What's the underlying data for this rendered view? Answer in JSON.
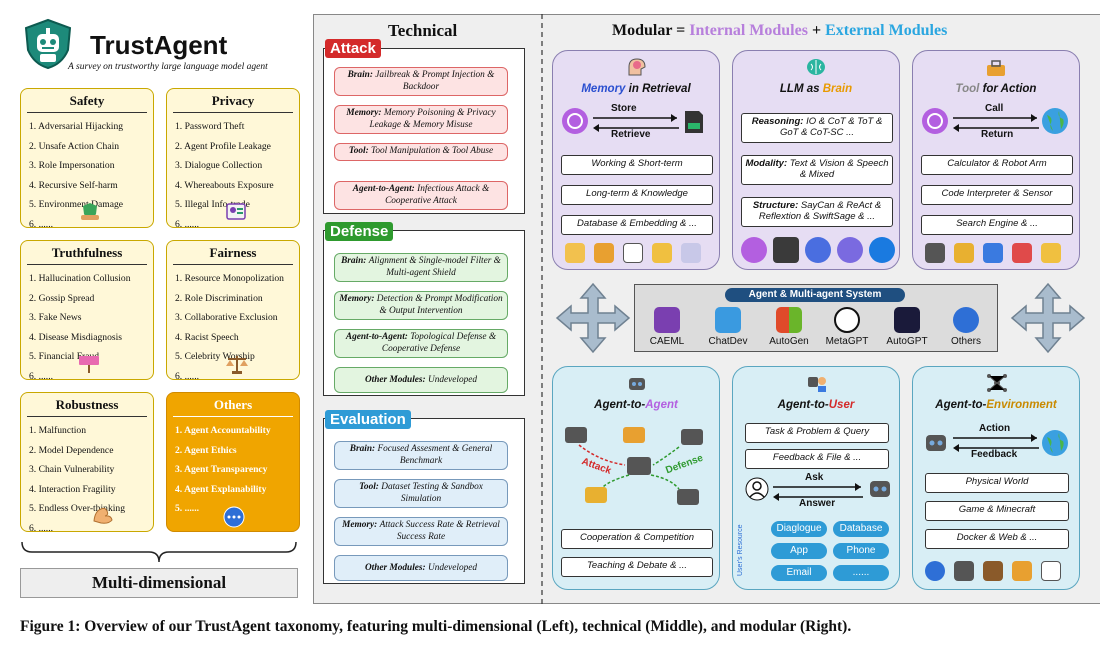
{
  "header": {
    "title": "TrustAgent",
    "subtitle": "A survey on trustworthy large language model agent"
  },
  "dimensions": [
    {
      "name": "Safety",
      "items": [
        "1. Adversarial Hijacking",
        "2. Unsafe Action Chain",
        "3. Role Impersonation",
        "4. Recursive Self-harm",
        "5. Environment Damage",
        "6. ......"
      ]
    },
    {
      "name": "Privacy",
      "items": [
        "1. Password Theft",
        "2. Agent Profile Leakage",
        "3. Dialogue Collection",
        "4. Whereabouts Exposure",
        "5. Illegal Info-trade",
        "6. ......"
      ]
    },
    {
      "name": "Truthfulness",
      "items": [
        "1. Hallucination Collusion",
        "2. Gossip Spread",
        "3. Fake News",
        "4. Disease Misdiagnosis",
        "5. Financial Fraud",
        "6. ......"
      ]
    },
    {
      "name": "Fairness",
      "items": [
        "1. Resource Monopolization",
        "2. Role  Discrimination",
        "3. Collaborative Exclusion",
        "4. Racist Speech",
        "5. Celebrity Worship",
        "6. ......"
      ]
    },
    {
      "name": "Robustness",
      "items": [
        "1. Malfunction",
        "2. Model Dependence",
        "3. Chain Vulnerability",
        "4. Interaction Fragility",
        "5. Endless Over-thinking",
        "6. ......"
      ]
    },
    {
      "name": "Others",
      "items": [
        "1. Agent Accountability",
        "2. Agent Ethics",
        "3. Agent Transparency",
        "4. Agent Explanability",
        "5. ......"
      ]
    }
  ],
  "multi_label": "Multi-dimensional",
  "technical": {
    "title": "Technical",
    "attack": {
      "label": "Attack",
      "items": [
        {
          "head": "Brain:",
          "text": "Jailbreak & Prompt Injection & Backdoor"
        },
        {
          "head": "Memory:",
          "text": "Memory Poisoning & Privacy Leakage & Memory Misuse"
        },
        {
          "head": "Tool:",
          "text": "Tool Manipulation & Tool Abuse"
        },
        {
          "head": "Agent-to-Agent:",
          "text": "Infectious Attack & Cooperative Attack"
        }
      ]
    },
    "defense": {
      "label": "Defense",
      "items": [
        {
          "head": "Brain:",
          "text": "Alignment & Single-model Filter & Multi-agent Shield"
        },
        {
          "head": "Memory:",
          "text": "Detection & Prompt Modification & Output Intervention"
        },
        {
          "head": "Agent-to-Agent:",
          "text": "Topological Defense & Cooperative Defense"
        },
        {
          "head": "Other Modules:",
          "text": "Undeveloped"
        }
      ]
    },
    "evaluation": {
      "label": "Evaluation",
      "items": [
        {
          "head": "Brain:",
          "text": "Focused Assesment & General Benchmark"
        },
        {
          "head": "Tool:",
          "text": "Dataset Testing & Sandbox Simulation"
        },
        {
          "head": "Memory:",
          "text": "Attack Success Rate & Retrieval Success Rate"
        },
        {
          "head": "Other Modules:",
          "text": "Undeveloped"
        }
      ]
    }
  },
  "modular": {
    "title_a": "Modular = ",
    "title_b": "Internal Modules",
    "title_c": " + ",
    "title_d": "External Modules",
    "memory": {
      "head_a": "Memory",
      "head_b": " in Retrieval",
      "store": "Store",
      "retrieve": "Retrieve",
      "boxes": [
        "Working & Short-term",
        "Long-term & Knowledge",
        "Database & Embedding & ..."
      ]
    },
    "llm": {
      "head_a": "LLM as ",
      "head_b": "Brain",
      "boxes": [
        {
          "head": "Reasoning:",
          "text": "IO & CoT & ToT & GoT & CoT-SC ..."
        },
        {
          "head": "Modality:",
          "text": "Text & Vision & Speech & Mixed"
        },
        {
          "head": "Structure:",
          "text": "SayCan & ReAct & Reflextion & SwiftSage & ..."
        }
      ]
    },
    "tool": {
      "head_a": "Tool",
      "head_b": " for Action",
      "call": "Call",
      "return": "Return",
      "boxes": [
        "Calculator & Robot Arm",
        "Code Interpreter & Sensor",
        "Search Engine & ..."
      ]
    },
    "ams": {
      "title": "Agent & Multi-agent System",
      "items": [
        "CAEML",
        "ChatDev",
        "AutoGen",
        "MetaGPT",
        "AutoGPT",
        "Others"
      ]
    },
    "a2a": {
      "head_a": "Agent-to-",
      "head_b": "Agent",
      "attack": "Attack",
      "defense": "Defense",
      "boxes": [
        "Cooperation & Competition",
        "Teaching & Debate & ..."
      ]
    },
    "a2u": {
      "head_a": "Agent-to-",
      "head_b": "User",
      "boxes": [
        "Task & Problem & Query",
        "Feedback & File & ..."
      ],
      "ask": "Ask",
      "answer": "Answer",
      "resource_label": "User's Resource",
      "pills": [
        "Diaglogue",
        "Database",
        "App",
        "Phone",
        "Email",
        "......"
      ]
    },
    "a2e": {
      "head_a": "Agent-to-",
      "head_b": "Environment",
      "action": "Action",
      "feedback": "Feedback",
      "boxes": [
        "Physical World",
        "Game & Minecraft",
        "Docker & Web & ..."
      ]
    }
  },
  "caption": "Figure 1: Overview of our TrustAgent taxonomy, featuring multi-dimensional (Left), technical (Middle), and modular (Right).",
  "colors": {
    "attack": "#d42a2a",
    "defense": "#2e9a2e",
    "evaluation": "#2e9bd6",
    "internal": "#b77fdc",
    "external": "#2aa6e0",
    "brain": "#e89a00",
    "environment": "#c98a00",
    "others": "#f0a500"
  }
}
